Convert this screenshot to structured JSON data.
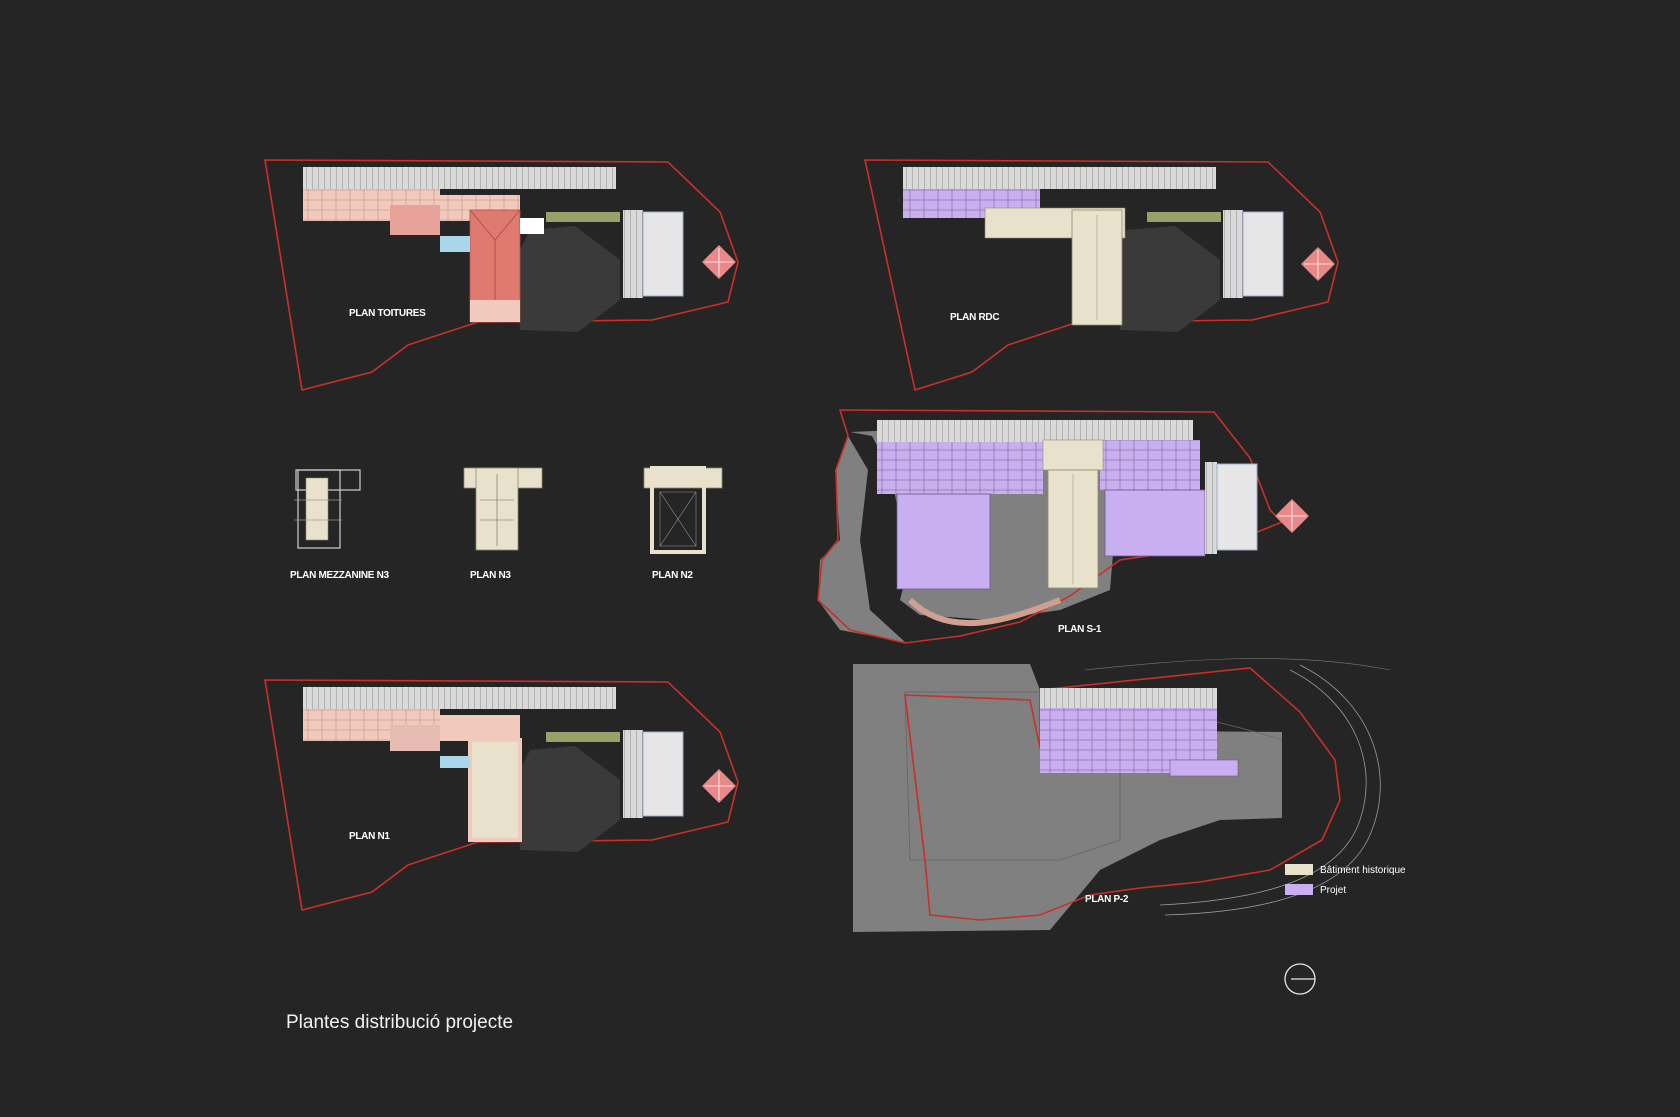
{
  "title": "Plantes distribució projecte",
  "plans": {
    "toitures": "PLAN TOITURES",
    "rdc": "PLAN RDC",
    "mezzanine_n3": "PLAN MEZZANINE N3",
    "n3": "PLAN N3",
    "n2": "PLAN N2",
    "s1": "PLAN S-1",
    "n1": "PLAN N1",
    "p2": "PLAN P-2"
  },
  "legend": [
    {
      "label": "Bâtiment historique",
      "color": "#e8e2cc"
    },
    {
      "label": "Projet",
      "color": "#c9aef0"
    }
  ],
  "colors": {
    "background": "#252525",
    "site_boundary": "#c8302a",
    "roof_tiles": "#e07a70",
    "terrace": "#f2c9bd",
    "shadow": "#3a3a3a",
    "terrain": "#808080"
  },
  "icons": {
    "north_arrow": "north-arrow-icon",
    "compass_marker": "diamond-marker-icon"
  }
}
